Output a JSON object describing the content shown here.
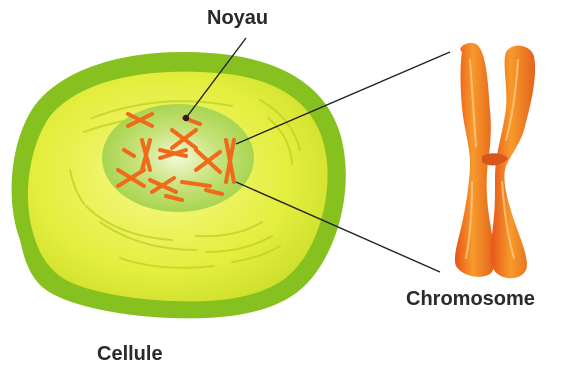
{
  "labels": {
    "noyau": "Noyau",
    "chromosome": "Chromosome",
    "cellule": "Cellule"
  },
  "colors": {
    "cell_membrane": "#7fbf1f",
    "cytoplasm": "#e6f04a",
    "nucleus": "#a8d64a",
    "chromosome": "#f07a1a",
    "chromosome_dark": "#d8561a",
    "leader_line": "#222222"
  }
}
